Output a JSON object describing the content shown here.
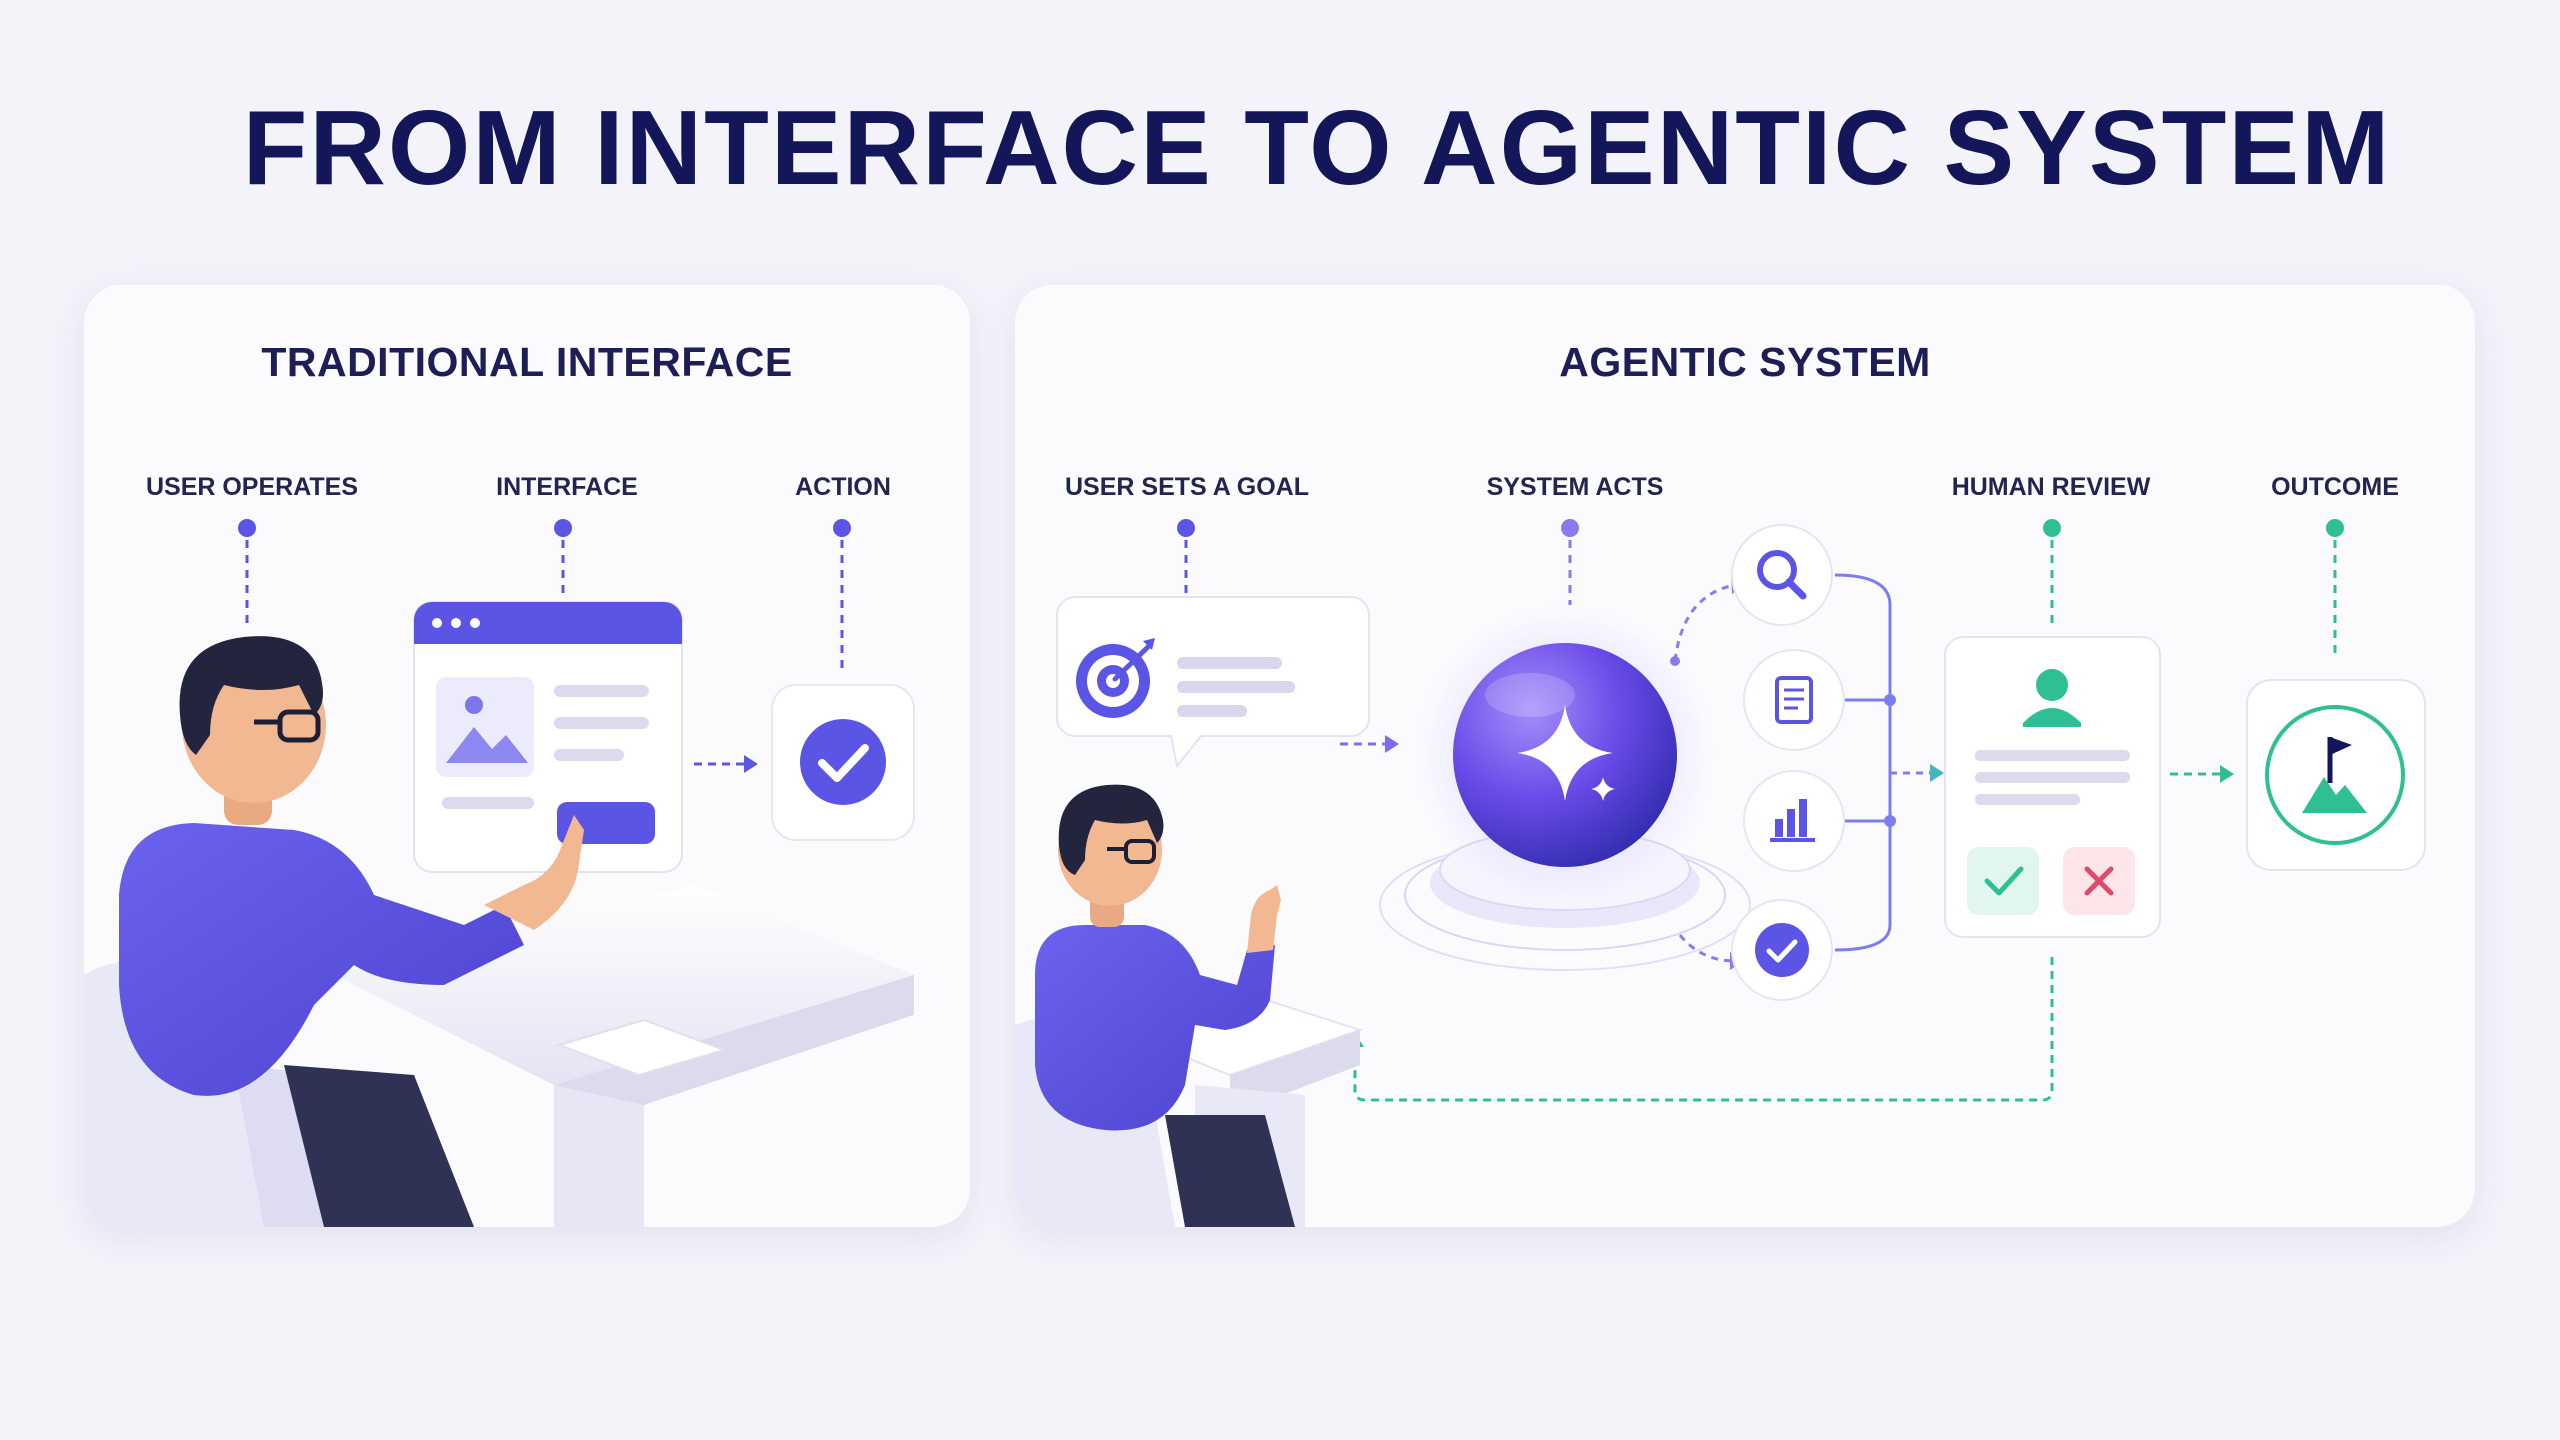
{
  "header": {
    "title": "FROM INTERFACE TO AGENTIC SYSTEM"
  },
  "traditional": {
    "title": "TRADITIONAL INTERFACE",
    "steps": [
      "USER OPERATES",
      "INTERFACE",
      "ACTION"
    ]
  },
  "agentic": {
    "title": "AGENTIC SYSTEM",
    "steps": [
      "USER SETS A GOAL",
      "SYSTEM ACTS",
      "HUMAN REVIEW",
      "OUTCOME"
    ]
  },
  "colors": {
    "purple": "#5b55e6",
    "teal": "#2fbf95",
    "navy": "#13175a",
    "reject": "#e04a6a"
  }
}
